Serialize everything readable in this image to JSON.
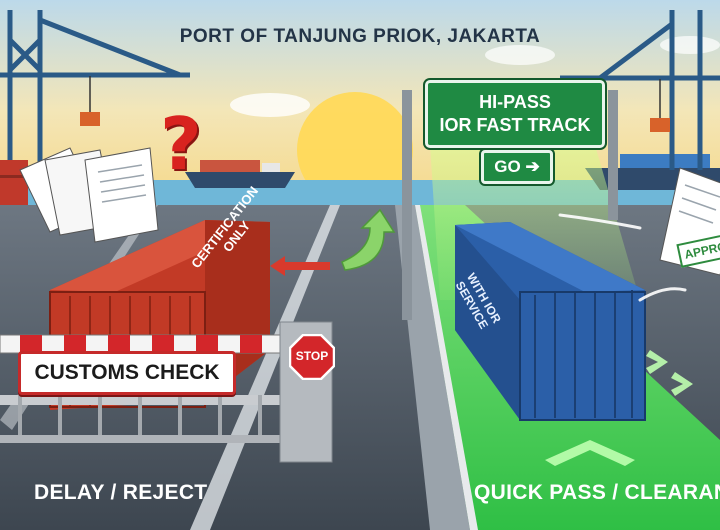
{
  "title": "PORT OF TANJUNG PRIOK, JAKARTA",
  "sign": {
    "line1": "HI-PASS",
    "line2": "IOR FAST TRACK",
    "go": "GO ➔"
  },
  "left_lane": {
    "barrier_label": "CUSTOMS CHECK",
    "stop_sign": "STOP",
    "container_text": "CERTIFICATION ONLY",
    "question_mark": "?",
    "caption": "DELAY / REJECT"
  },
  "right_lane": {
    "container_text": "WITH IOR SERVICE",
    "stamp": "APPROVED",
    "caption": "QUICK PASS / CLEARANCE"
  },
  "colors": {
    "red_container": "#c23a26",
    "blue_container": "#2b5fa8",
    "green_lane": "#3fcf52",
    "sign_green": "#1f8a43",
    "stop_red": "#d3262a"
  }
}
